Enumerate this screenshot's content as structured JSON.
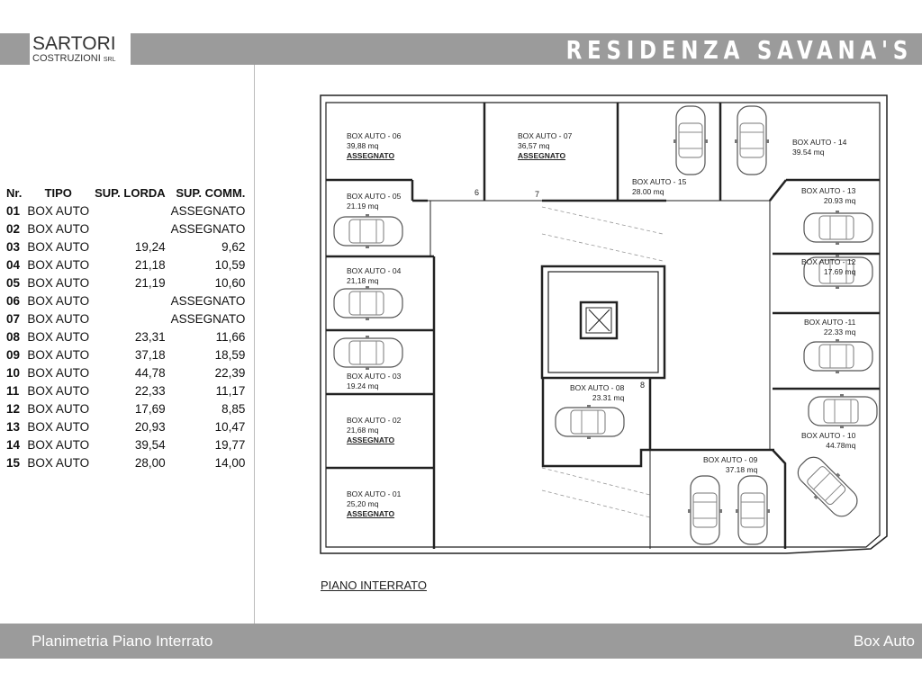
{
  "header": {
    "logo_line1": "SARTORI",
    "logo_line2": "COSTRUZIONI",
    "logo_suffix": "SRL",
    "title": "RESIDENZA SAVANA'S"
  },
  "table": {
    "columns": [
      "Nr.",
      "TIPO",
      "SUP. LORDA",
      "SUP. COMM."
    ],
    "rows": [
      [
        "01",
        "BOX AUTO",
        "",
        "ASSEGNATO"
      ],
      [
        "02",
        "BOX AUTO",
        "",
        "ASSEGNATO"
      ],
      [
        "03",
        "BOX AUTO",
        "19,24",
        "9,62"
      ],
      [
        "04",
        "BOX AUTO",
        "21,18",
        "10,59"
      ],
      [
        "05",
        "BOX AUTO",
        "21,19",
        "10,60"
      ],
      [
        "06",
        "BOX AUTO",
        "",
        "ASSEGNATO"
      ],
      [
        "07",
        "BOX AUTO",
        "",
        "ASSEGNATO"
      ],
      [
        "08",
        "BOX AUTO",
        "23,31",
        "11,66"
      ],
      [
        "09",
        "BOX AUTO",
        "37,18",
        "18,59"
      ],
      [
        "10",
        "BOX AUTO",
        "44,78",
        "22,39"
      ],
      [
        "11",
        "BOX AUTO",
        "22,33",
        "11,17"
      ],
      [
        "12",
        "BOX AUTO",
        "17,69",
        "8,85"
      ],
      [
        "13",
        "BOX AUTO",
        "20,93",
        "10,47"
      ],
      [
        "14",
        "BOX AUTO",
        "39,54",
        "19,77"
      ],
      [
        "15",
        "BOX AUTO",
        "28,00",
        "14,00"
      ]
    ]
  },
  "plan": {
    "boxes": [
      {
        "name": "BOX AUTO - 06",
        "area": "39,88 mq",
        "status": "ASSEGNATO"
      },
      {
        "name": "BOX AUTO - 07",
        "area": "36,57 mq",
        "status": "ASSEGNATO"
      },
      {
        "name": "BOX AUTO - 15",
        "area": "28.00 mq"
      },
      {
        "name": "BOX AUTO - 14",
        "area": "39.54 mq"
      },
      {
        "name": "BOX AUTO - 05",
        "area": "21.19 mq"
      },
      {
        "name": "BOX AUTO - 04",
        "area": "21,18 mq"
      },
      {
        "name": "BOX AUTO - 03",
        "area": "19.24 mq"
      },
      {
        "name": "BOX AUTO - 02",
        "area": "21,68 mq",
        "status": "ASSEGNATO"
      },
      {
        "name": "BOX AUTO - 01",
        "area": "25,20 mq",
        "status": "ASSEGNATO"
      },
      {
        "name": "BOX AUTO - 13",
        "area": "20.93 mq"
      },
      {
        "name": "BOX AUTO - 12",
        "area": "17.69 mq"
      },
      {
        "name": "BOX AUTO -11",
        "area": "22.33 mq"
      },
      {
        "name": "BOX AUTO - 10",
        "area": "44.78mq"
      },
      {
        "name": "BOX AUTO - 08",
        "area": "23.31 mq"
      },
      {
        "name": "BOX AUTO - 09",
        "area": "37.18 mq"
      }
    ],
    "markers": [
      "6",
      "7",
      "8"
    ],
    "caption": "PIANO INTERRATO"
  },
  "footer": {
    "left": "Planimetria Piano Interrato",
    "right": "Box Auto"
  }
}
